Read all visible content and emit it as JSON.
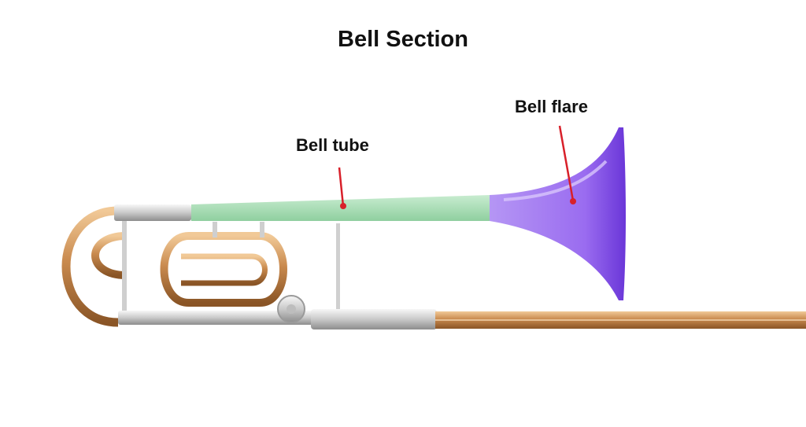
{
  "title": "Bell Section",
  "labels": {
    "bell_tube": "Bell tube",
    "bell_flare": "Bell flare"
  },
  "colors": {
    "bell_tube_highlight": "#a8dcb4",
    "bell_flare_highlight": "#9a6cf0",
    "brass": "#c98a4e",
    "silver": "#d9d9d9",
    "pointer": "#d8202a"
  }
}
